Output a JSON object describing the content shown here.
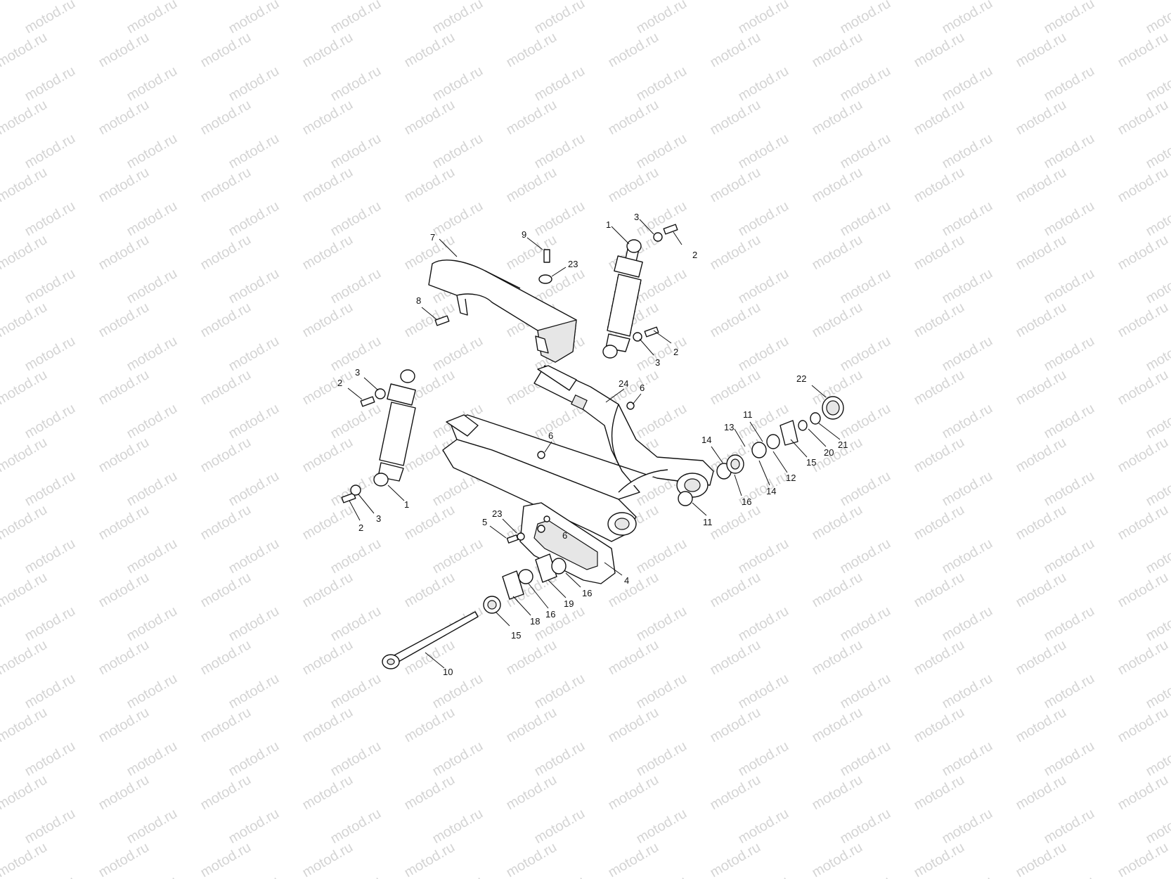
{
  "watermark": {
    "text": "motod.ru",
    "color": "#d4d4d4"
  },
  "diagram": {
    "line_color": "#111111",
    "callouts": [
      {
        "text": "1"
      },
      {
        "text": "3"
      },
      {
        "text": "2"
      },
      {
        "text": "7"
      },
      {
        "text": "9"
      },
      {
        "text": "23"
      },
      {
        "text": "8"
      },
      {
        "text": "2"
      },
      {
        "text": "3"
      },
      {
        "text": "24"
      },
      {
        "text": "6"
      },
      {
        "text": "3"
      },
      {
        "text": "2"
      },
      {
        "text": "6"
      },
      {
        "text": "1"
      },
      {
        "text": "3"
      },
      {
        "text": "2"
      },
      {
        "text": "22"
      },
      {
        "text": "11"
      },
      {
        "text": "13"
      },
      {
        "text": "14"
      },
      {
        "text": "16"
      },
      {
        "text": "14"
      },
      {
        "text": "12"
      },
      {
        "text": "15"
      },
      {
        "text": "20"
      },
      {
        "text": "21"
      },
      {
        "text": "11"
      },
      {
        "text": "23"
      },
      {
        "text": "5"
      },
      {
        "text": "6"
      },
      {
        "text": "4"
      },
      {
        "text": "16"
      },
      {
        "text": "19"
      },
      {
        "text": "16"
      },
      {
        "text": "18"
      },
      {
        "text": "15"
      },
      {
        "text": "10"
      }
    ]
  }
}
